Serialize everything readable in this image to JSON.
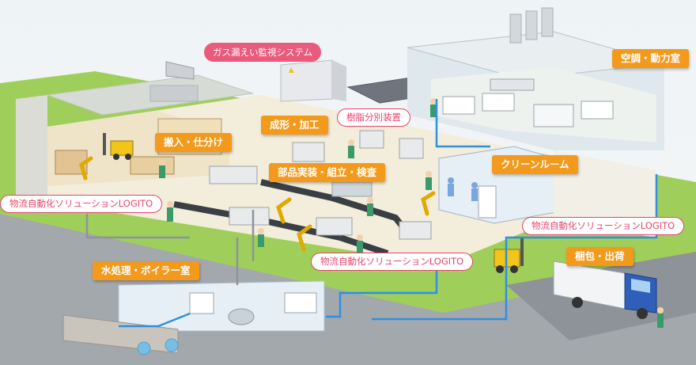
{
  "labels": {
    "gas_leak_monitoring": "ガス漏えい監視システム",
    "hvac_power_room": "空調・動力室",
    "molding_processing": "成形・加工",
    "resin_sorting_device": "樹脂分別装置",
    "receiving_sorting": "搬入・仕分け",
    "component_mounting": "部品実装・組立・検査",
    "clean_room": "クリーンルーム",
    "logistics_automation_left": "物流自動化ソリューションLOGITO",
    "logistics_automation_right": "物流自動化ソリューションLOGITO",
    "logistics_automation_center": "物流自動化ソリューションLOGITO",
    "packing_shipping": "梱包・出荷",
    "water_boiler_room": "水処理・ボイラー室"
  },
  "colors": {
    "label_orange": "#f39a1c",
    "label_pink": "#e8456c",
    "pipe_blue": "#2f8fe0",
    "lawn_green": "#9fcf5a",
    "road_gray": "#9ea4aa"
  },
  "icons": [
    "forklift-icon",
    "robot-arm-icon",
    "truck-icon",
    "worker-icon",
    "conveyor-icon",
    "air-conditioner-icon"
  ]
}
